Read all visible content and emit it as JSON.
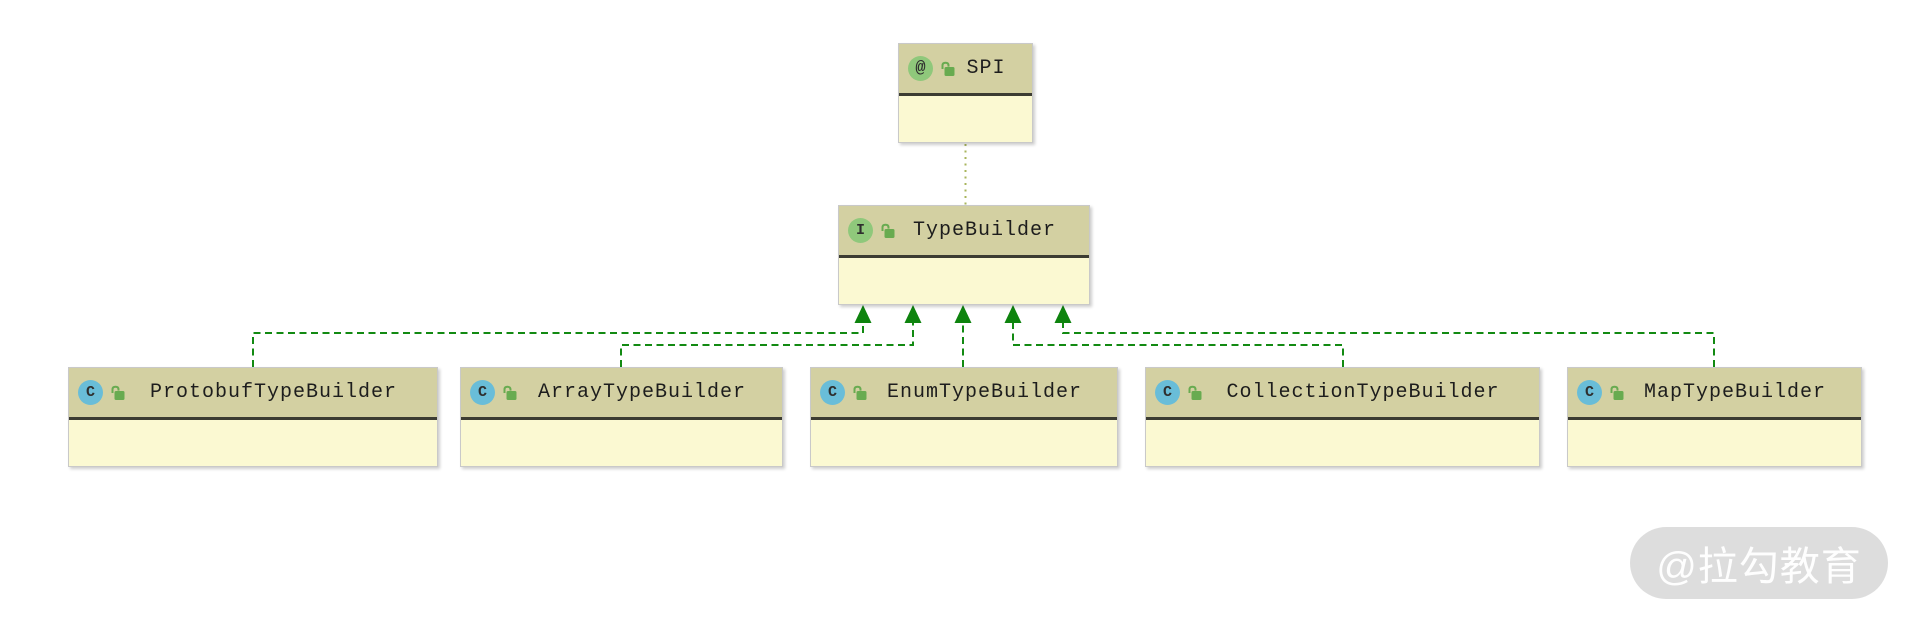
{
  "diagram": {
    "kind": "uml-class-diagram",
    "nodes": {
      "spi": {
        "label": "SPI",
        "stereotype": "annotation",
        "icon_letter": "@",
        "visibility": "public"
      },
      "type_builder": {
        "label": "TypeBuilder",
        "stereotype": "interface",
        "icon_letter": "I",
        "visibility": "public"
      },
      "protobuf": {
        "label": "ProtobufTypeBuilder",
        "stereotype": "class",
        "icon_letter": "C",
        "visibility": "public"
      },
      "array": {
        "label": "ArrayTypeBuilder",
        "stereotype": "class",
        "icon_letter": "C",
        "visibility": "public"
      },
      "enum": {
        "label": "EnumTypeBuilder",
        "stereotype": "class",
        "icon_letter": "C",
        "visibility": "public"
      },
      "collection": {
        "label": "CollectionTypeBuilder",
        "stereotype": "class",
        "icon_letter": "C",
        "visibility": "public"
      },
      "map": {
        "label": "MapTypeBuilder",
        "stereotype": "class",
        "icon_letter": "C",
        "visibility": "public"
      }
    },
    "edges": [
      {
        "from": "TypeBuilder",
        "to": "SPI",
        "relation": "annotated-with",
        "style": "dotted"
      },
      {
        "from": "ProtobufTypeBuilder",
        "to": "TypeBuilder",
        "relation": "implements",
        "style": "dashed-arrow"
      },
      {
        "from": "ArrayTypeBuilder",
        "to": "TypeBuilder",
        "relation": "implements",
        "style": "dashed-arrow"
      },
      {
        "from": "EnumTypeBuilder",
        "to": "TypeBuilder",
        "relation": "implements",
        "style": "dashed-arrow"
      },
      {
        "from": "CollectionTypeBuilder",
        "to": "TypeBuilder",
        "relation": "implements",
        "style": "dashed-arrow"
      },
      {
        "from": "MapTypeBuilder",
        "to": "TypeBuilder",
        "relation": "implements",
        "style": "dashed-arrow"
      }
    ],
    "colors": {
      "node_header_bg": "#d3d0a2",
      "node_body_bg": "#fbf9d2",
      "node_border": "#c9c9c9",
      "header_separator": "#3c3c32",
      "edge_green": "#128a12",
      "arrow_green": "#0e830e",
      "dotted_olive": "#a8b55c",
      "class_icon_bg": "#69bdd8",
      "interface_icon_bg": "#8fc87b",
      "annotation_icon_bg": "#8fc87b",
      "lock_icon_green": "#68ab50"
    },
    "watermark": {
      "text": "@拉勾教育"
    }
  }
}
